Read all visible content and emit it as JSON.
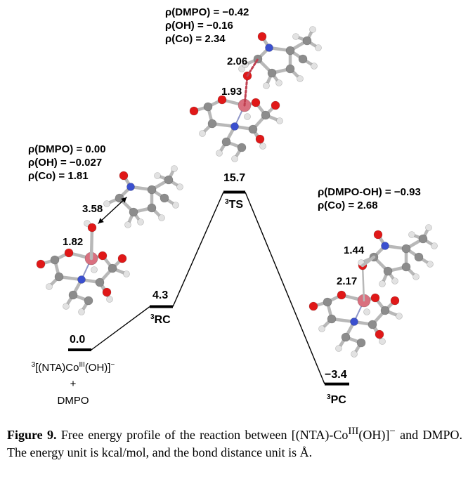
{
  "states": [
    {
      "id": "reactant",
      "energy": "0.0",
      "energy_value": 0.0,
      "label_sup": "",
      "label_main": ""
    },
    {
      "id": "rc",
      "energy": "4.3",
      "energy_value": 4.3,
      "label_sup": "3",
      "label_main": "RC"
    },
    {
      "id": "ts",
      "energy": "15.7",
      "energy_value": 15.7,
      "label_sup": "3",
      "label_main": "TS"
    },
    {
      "id": "pc",
      "energy": "−3.4",
      "energy_value": -3.4,
      "label_sup": "3",
      "label_main": "PC"
    }
  ],
  "reactant_label": {
    "sup_pre": "3",
    "line1_a": "[(NTA)Co",
    "line1_sup": "III",
    "line1_b": "(OH)]",
    "line1_sup2": "−",
    "plus": "+",
    "line3": "DMPO"
  },
  "spin_densities": {
    "rc": [
      "ρ(DMPO) = 0.00",
      "ρ(OH) = −0.027",
      "ρ(Co) = 1.81"
    ],
    "ts": [
      "ρ(DMPO) = −0.42",
      "ρ(OH) = −0.16",
      "ρ(Co) = 2.34"
    ],
    "pc": [
      "ρ(DMPO-OH) = −0.93",
      "ρ(Co) = 2.68"
    ]
  },
  "bond_lengths": {
    "rc_dmpo_oh": "3.58",
    "rc_co_o": "1.82",
    "ts_dmpo_oh": "2.06",
    "ts_co_o": "1.93",
    "pc_n_o": "1.44",
    "pc_co_o": "2.17"
  },
  "caption": {
    "label": "Figure 9.",
    "text": " Free energy profile of the reaction between [(NTA)-Co",
    "sup": "III",
    "text2": "(OH)]",
    "sup2": "−",
    "text3": " and DMPO. The energy unit is kcal/mol, and the bond distance unit is Å."
  },
  "colors": {
    "oxygen": "#e01818",
    "cobalt": "#d9707f",
    "nitrogen": "#3a4fcf",
    "carbon": "#8c8c8c",
    "hydrogen": "#e2e2e2",
    "ts_bond": "#c04050"
  }
}
